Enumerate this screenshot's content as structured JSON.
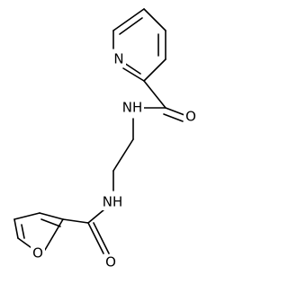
{
  "molecule": {
    "atoms": {
      "pyridine_n": "N",
      "amide_o_top": "O",
      "amide_nh_top": "NH",
      "amide_nh_bottom": "NH",
      "amide_o_bottom": "O",
      "furan_o": "O"
    }
  }
}
